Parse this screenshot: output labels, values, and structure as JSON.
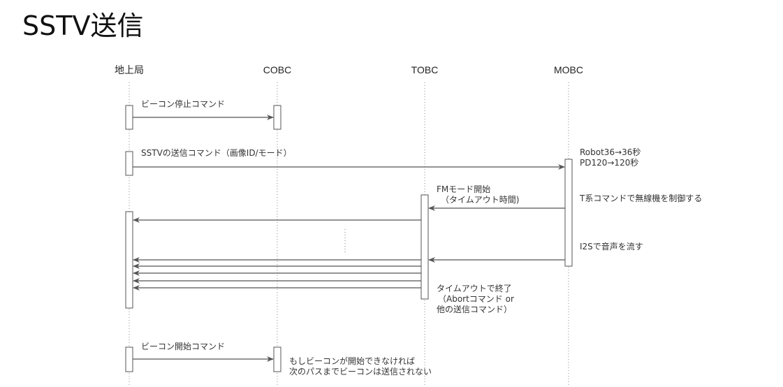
{
  "title": "SSTV送信",
  "participants": [
    {
      "id": "ground",
      "label": "地上局"
    },
    {
      "id": "cobc",
      "label": "COBC"
    },
    {
      "id": "tobc",
      "label": "TOBC"
    },
    {
      "id": "mobc",
      "label": "MOBC"
    }
  ],
  "messages": {
    "beacon_stop": "ビーコン停止コマンド",
    "sstv_send": "SSTVの送信コマンド（画像ID/モード）",
    "fm_start_1": "FMモード開始",
    "fm_start_2": "（タイムアウト時間)",
    "beacon_start": "ビーコン開始コマンド"
  },
  "notes": {
    "robot36": "Robot36→36秒",
    "pd120": "PD120→120秒",
    "t_command": "T系コマンドで無線機を制御する",
    "i2s": "I2Sで音声を流す",
    "timeout_1": "タイムアウトで終了",
    "timeout_2": "（Abortコマンド or",
    "timeout_3": "他の送信コマンド）",
    "beacon_fail_1": "もしビーコンが開始できなければ",
    "beacon_fail_2": "次のパスまでビーコンは送信されない"
  }
}
